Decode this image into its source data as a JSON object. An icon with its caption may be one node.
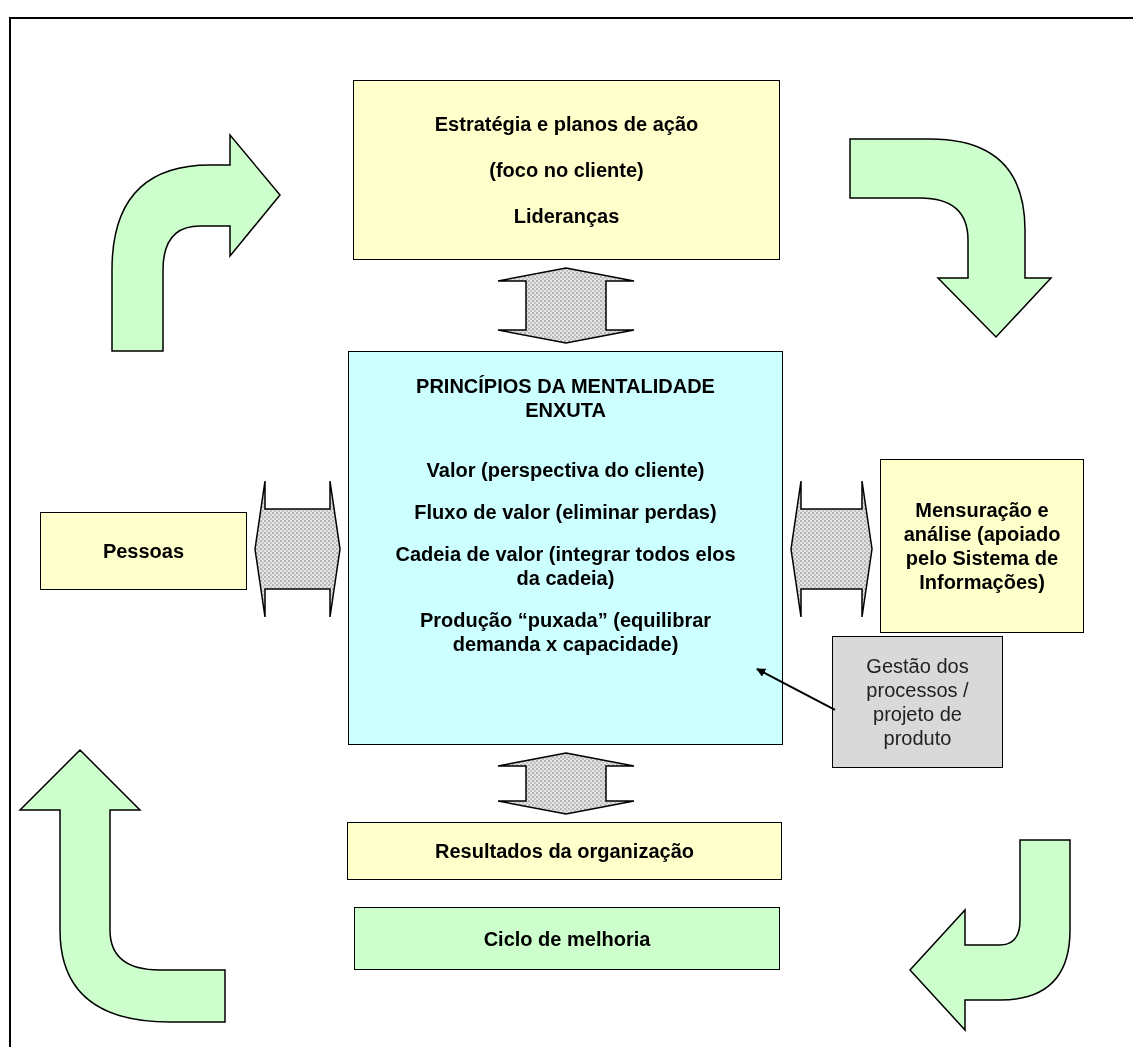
{
  "diagram": {
    "nodes": [
      {
        "text": [
          "Estratégia e planos de ação",
          "(foco no cliente)",
          "Lideranças"
        ]
      },
      {
        "text": [
          "PRINCÍPIOS DA MENTALIDADE ENXUTA",
          "Valor (perspectiva do cliente)",
          "Fluxo de valor (eliminar perdas)",
          "Cadeia de valor (integrar todos elos da cadeia)",
          "Produção “puxada” (equilibrar demanda x capacidade)"
        ]
      },
      {
        "text": [
          "Pessoas"
        ]
      },
      {
        "text": [
          "Mensuração e análise (apoiado pelo Sistema de Informações)"
        ]
      },
      {
        "text": [
          "Gestão dos processos / projeto de produto"
        ]
      },
      {
        "text": [
          "Resultados da organização"
        ]
      },
      {
        "text": [
          "Ciclo de melhoria"
        ]
      }
    ],
    "edges": [
      {
        "from": 0,
        "to": 1,
        "arrow": "both",
        "style": "thick"
      },
      {
        "from": 2,
        "to": 1,
        "arrow": "both",
        "style": "thick"
      },
      {
        "from": 1,
        "to": 3,
        "arrow": "both",
        "style": "thick"
      },
      {
        "from": 1,
        "to": 5,
        "arrow": "both",
        "style": "thick"
      },
      {
        "from": 4,
        "to": 1,
        "arrow": "to"
      }
    ]
  }
}
